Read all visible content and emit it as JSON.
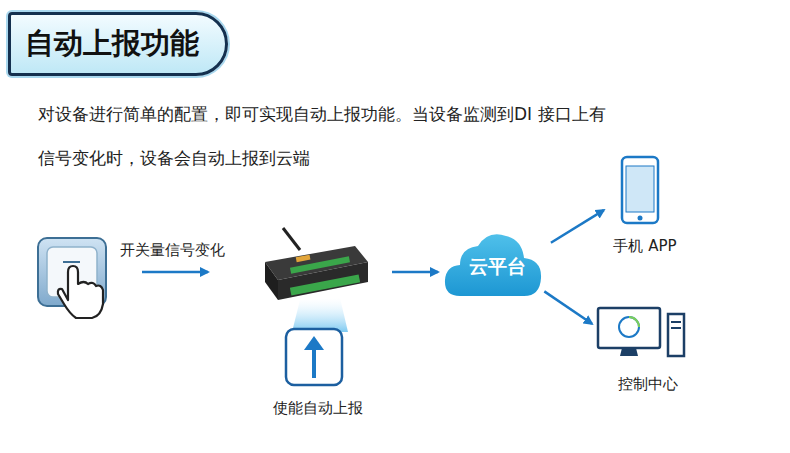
{
  "diagram": {
    "title": "自动上报功能",
    "nodes": [
      {
        "text": [
          "使能自动上报"
        ]
      },
      {
        "text": [
          "云平台"
        ]
      },
      {
        "text": [
          "手机 APP"
        ]
      },
      {
        "text": [
          "控制中心"
        ]
      }
    ],
    "edges": [
      {
        "from": 1,
        "to": 2,
        "arrow": "to"
      },
      {
        "from": 1,
        "to": 3,
        "arrow": "to"
      }
    ],
    "labels": [
      "对设备进行简单的配置，即可实现自动上报功能。当设备监测到DI 接口上有信号变化时，设备会自动上报到云端",
      "开关量信号变化"
    ]
  }
}
